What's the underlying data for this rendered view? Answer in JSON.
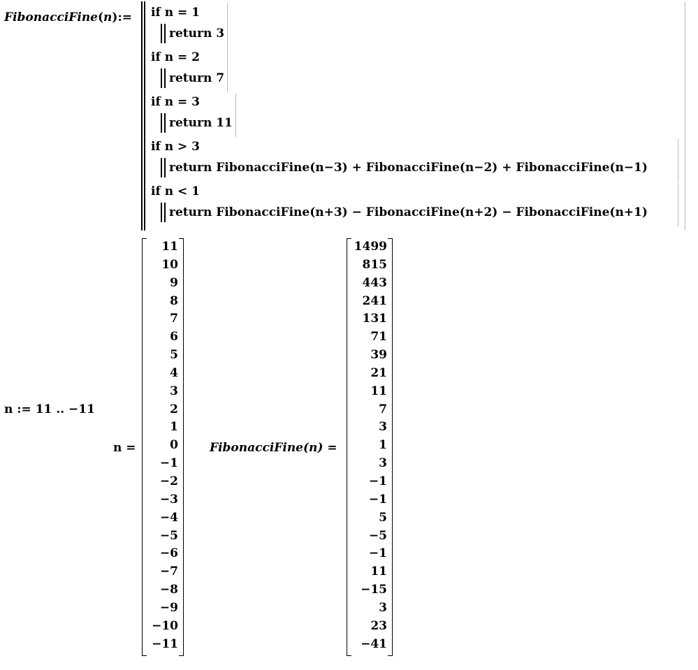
{
  "definition": {
    "function_name": "FibonacciFine",
    "param": "n",
    "assign": ":=",
    "cases": [
      {
        "cond": "if n = 1",
        "ret": "return 3"
      },
      {
        "cond": "if n = 2",
        "ret": "return 7"
      },
      {
        "cond": "if n = 3",
        "ret": "return 11"
      },
      {
        "cond": "if n > 3",
        "ret": "return FibonacciFine(n−3) + FibonacciFine(n−2) + FibonacciFine(n−1)"
      },
      {
        "cond": "if n < 1",
        "ret": "return FibonacciFine(n+3) − FibonacciFine(n+2) − FibonacciFine(n+1)"
      }
    ]
  },
  "range_def": "n := 11 .. −11",
  "n_label": "n =",
  "f_label": "FibonacciFine(n) =",
  "n_values": [
    "11",
    "10",
    "9",
    "8",
    "7",
    "6",
    "5",
    "4",
    "3",
    "2",
    "1",
    "0",
    "−1",
    "−2",
    "−3",
    "−4",
    "−5",
    "−6",
    "−7",
    "−8",
    "−9",
    "−10",
    "−11"
  ],
  "f_values": [
    "1499",
    "815",
    "443",
    "241",
    "131",
    "71",
    "39",
    "21",
    "11",
    "7",
    "3",
    "1",
    "3",
    "−1",
    "−1",
    "5",
    "−5",
    "−1",
    "11",
    "−15",
    "3",
    "23",
    "−41"
  ]
}
